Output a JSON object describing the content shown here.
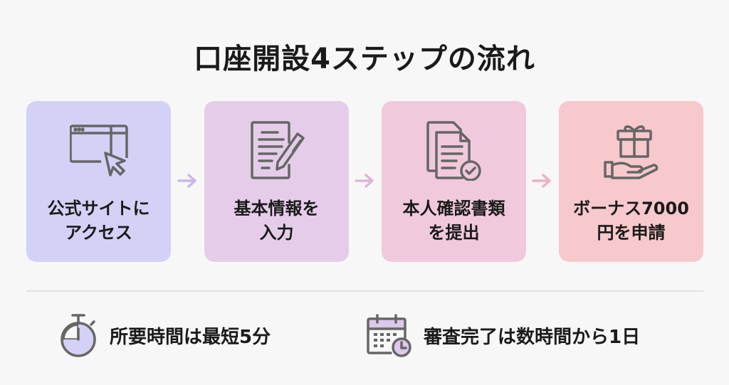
{
  "title": "口座開設4ステップの流れ",
  "steps": [
    {
      "line1": "公式サイトに",
      "line2": "アクセス",
      "icon": "browser-cursor-icon",
      "color": "#d3d1f6"
    },
    {
      "line1": "基本情報を",
      "line2": "入力",
      "icon": "document-pen-icon",
      "color": "#e5cdea"
    },
    {
      "line1": "本人確認書類",
      "line2": "を提出",
      "icon": "documents-check-icon",
      "color": "#f1c9dc"
    },
    {
      "line1": "ボーナス7000",
      "line2": "円を申請",
      "icon": "gift-hand-icon",
      "color": "#f7c8cc"
    }
  ],
  "notes": [
    {
      "text": "所要時間は最短5分",
      "icon": "stopwatch-icon"
    },
    {
      "text": "審査完了は数時間から1日",
      "icon": "calendar-clock-icon"
    }
  ],
  "arrow_color": "#c9b6ea"
}
